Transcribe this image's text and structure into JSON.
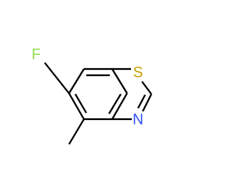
{
  "molecule": {
    "atoms": {
      "fluorine": {
        "symbol": "F",
        "color": "#90e050"
      },
      "sulfur": {
        "symbol": "S",
        "color": "#c8a000"
      },
      "nitrogen": {
        "symbol": "N",
        "color": "#3050f8"
      }
    },
    "bond_color": "#000000"
  }
}
